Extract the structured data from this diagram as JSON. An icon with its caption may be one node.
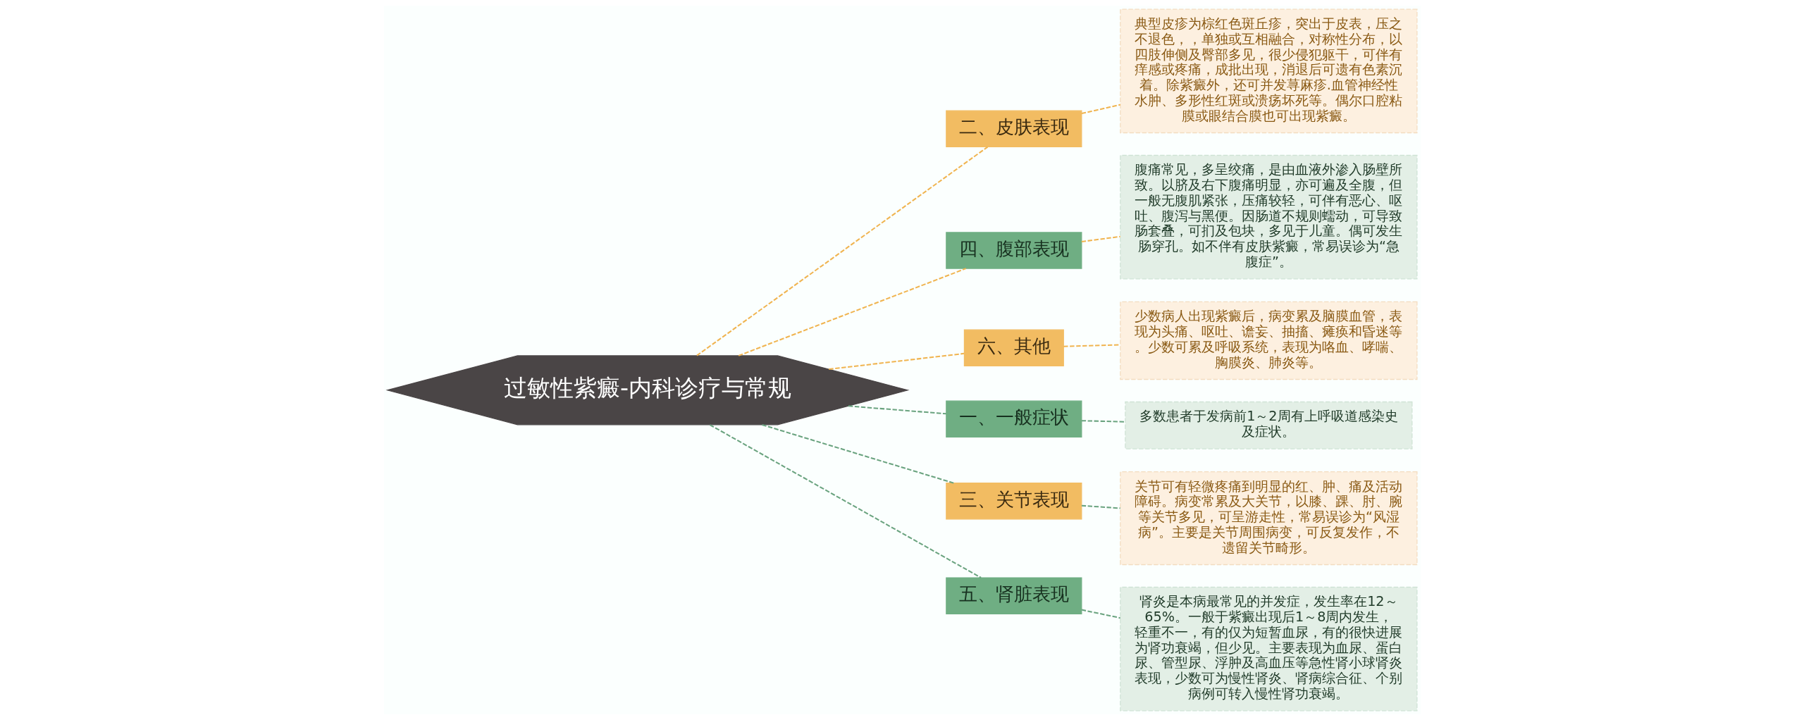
{
  "diagram": {
    "nodes": [
      {
        "text": [
          "过敏性紫癜-内科诊疗与常规"
        ]
      },
      {
        "text": [
          "二、皮肤表现"
        ]
      },
      {
        "text": [
          "典型皮疹为棕红色斑丘疹，突出于皮表，压之不退色，，单独或互相融合，对称性分布，以四肢伸侧及臀部多见，很少侵犯躯干，可伴有痒感或疼痛，成批出现，消退后可遗有色素沉着。除紫癜外，还可并发荨麻疹.血管神经性水肿、多形性红斑或溃疡坏死等。偶尔口腔粘膜或眼结合膜也可出现紫癜。"
        ]
      },
      {
        "text": [
          "四、腹部表现"
        ]
      },
      {
        "text": [
          "腹痛常见，多呈绞痛，是由血液外渗入肠壁所致。以脐及右下腹痛明显，亦可遍及全腹，但一般无腹肌紧张，压痛较轻，可伴有恶心、呕吐、腹泻与黑便。因肠道不规则蠕动，可导致肠套叠，可扪及包块，多见于儿童。偶可发生肠穿孔。如不伴有皮肤紫癜，常易误诊为“急腹症”。"
        ]
      },
      {
        "text": [
          "六、其他"
        ]
      },
      {
        "text": [
          "少数病人出现紫癜后，病变累及脑膜血管，表现为头痛、呕吐、谵妄、抽搐、瘫痪和昏迷等。少数可累及呼吸系统，表现为咯血、哮喘、胸膜炎、肺炎等。"
        ]
      },
      {
        "text": [
          "一、一般症状"
        ]
      },
      {
        "text": [
          "多数患者于发病前1～2周有上呼吸道感染史及症状。"
        ]
      },
      {
        "text": [
          "三、关节表现"
        ]
      },
      {
        "text": [
          "关节可有轻微疼痛到明显的红、肿、痛及活动障碍。病变常累及大关节，以膝、踝、肘、腕等关节多见，可呈游走性，常易误诊为“风湿病”。主要是关节周围病变，可反复发作，不遗留关节畸形。"
        ]
      },
      {
        "text": [
          "五、肾脏表现"
        ]
      },
      {
        "text": [
          "肾炎是本病最常见的并发症，发生率在12～65%。一般于紫癜出现后1～8周内发生，轻重不一，有的仅为短暂血尿，有的很快进展为肾功衰竭，但少见。主要表现为血尿、蛋白尿、管型尿、浮肿及高血压等急性肾小球肾炎表现，少数可为慢性肾炎、肾病综合征、个别病例可转入慢性肾功衰竭。"
        ]
      }
    ],
    "edges": [
      {
        "from": 0,
        "to": 1,
        "arrow": "none",
        "style": "dashed",
        "color": "#f0b450"
      },
      {
        "from": 1,
        "to": 2,
        "arrow": "none",
        "style": "dashed",
        "color": "#f0b450"
      },
      {
        "from": 0,
        "to": 3,
        "arrow": "none",
        "style": "dashed",
        "color": "#f0b450"
      },
      {
        "from": 3,
        "to": 4,
        "arrow": "none",
        "style": "dashed",
        "color": "#f0b450"
      },
      {
        "from": 0,
        "to": 5,
        "arrow": "none",
        "style": "dashed",
        "color": "#f0b450"
      },
      {
        "from": 5,
        "to": 6,
        "arrow": "none",
        "style": "dashed",
        "color": "#f0b450"
      },
      {
        "from": 0,
        "to": 7,
        "arrow": "none",
        "style": "dashed",
        "color": "#6aa37f"
      },
      {
        "from": 7,
        "to": 8,
        "arrow": "none",
        "style": "dashed",
        "color": "#6aa37f"
      },
      {
        "from": 0,
        "to": 9,
        "arrow": "none",
        "style": "dashed",
        "color": "#6aa37f"
      },
      {
        "from": 9,
        "to": 10,
        "arrow": "none",
        "style": "dashed",
        "color": "#6aa37f"
      },
      {
        "from": 0,
        "to": 11,
        "arrow": "none",
        "style": "dashed",
        "color": "#6aa37f"
      },
      {
        "from": 11,
        "to": 12,
        "arrow": "none",
        "style": "dashed",
        "color": "#6aa37f"
      }
    ]
  }
}
